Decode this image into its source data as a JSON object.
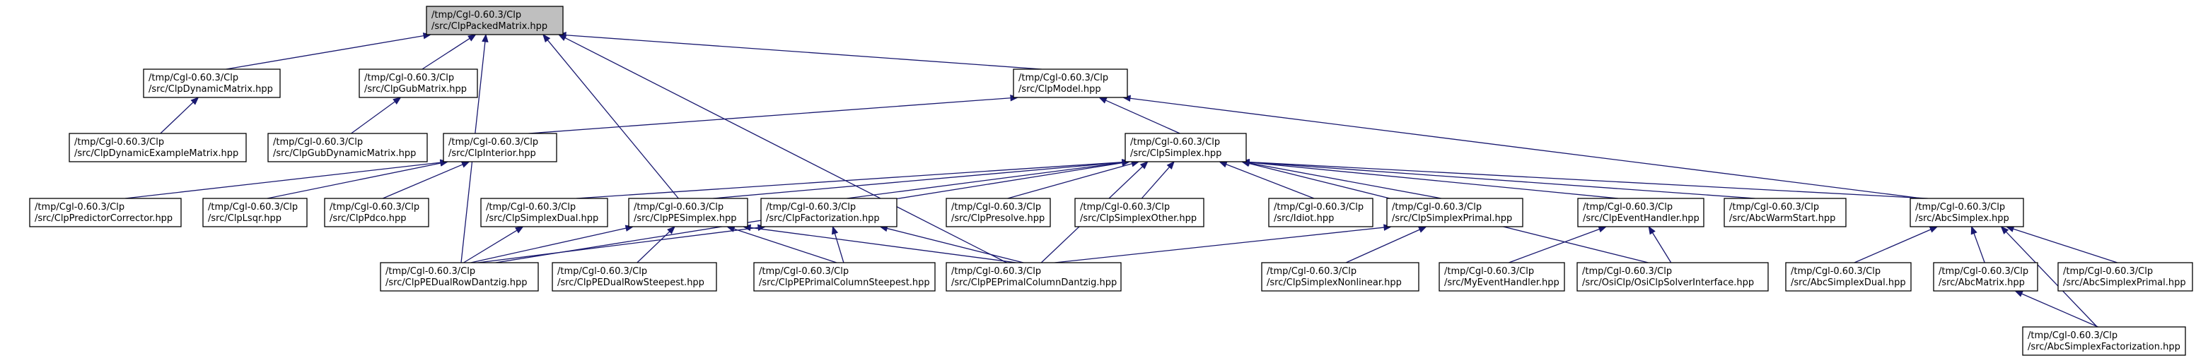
{
  "graph": {
    "colors": {
      "node_fill": "#ffffff",
      "root_fill": "#bfbfbf",
      "edge": "#191970",
      "border": "#000000"
    },
    "nodes": [
      {
        "id": "packed",
        "line1": "/tmp/Cgl-0.60.3/Clp",
        "line2": "/src/ClpPackedMatrix.hpp",
        "root": true
      },
      {
        "id": "dynmat",
        "line1": "/tmp/Cgl-0.60.3/Clp",
        "line2": "/src/ClpDynamicMatrix.hpp"
      },
      {
        "id": "gubmat",
        "line1": "/tmp/Cgl-0.60.3/Clp",
        "line2": "/src/ClpGubMatrix.hpp"
      },
      {
        "id": "model",
        "line1": "/tmp/Cgl-0.60.3/Clp",
        "line2": "/src/ClpModel.hpp"
      },
      {
        "id": "dynex",
        "line1": "/tmp/Cgl-0.60.3/Clp",
        "line2": "/src/ClpDynamicExampleMatrix.hpp"
      },
      {
        "id": "gubdyn",
        "line1": "/tmp/Cgl-0.60.3/Clp",
        "line2": "/src/ClpGubDynamicMatrix.hpp"
      },
      {
        "id": "interior",
        "line1": "/tmp/Cgl-0.60.3/Clp",
        "line2": "/src/ClpInterior.hpp"
      },
      {
        "id": "simplex",
        "line1": "/tmp/Cgl-0.60.3/Clp",
        "line2": "/src/ClpSimplex.hpp"
      },
      {
        "id": "predcorr",
        "line1": "/tmp/Cgl-0.60.3/Clp",
        "line2": "/src/ClpPredictorCorrector.hpp"
      },
      {
        "id": "lsqr",
        "line1": "/tmp/Cgl-0.60.3/Clp",
        "line2": "/src/ClpLsqr.hpp"
      },
      {
        "id": "pdco",
        "line1": "/tmp/Cgl-0.60.3/Clp",
        "line2": "/src/ClpPdco.hpp"
      },
      {
        "id": "sdual",
        "line1": "/tmp/Cgl-0.60.3/Clp",
        "line2": "/src/ClpSimplexDual.hpp"
      },
      {
        "id": "pesimplex",
        "line1": "/tmp/Cgl-0.60.3/Clp",
        "line2": "/src/ClpPESimplex.hpp"
      },
      {
        "id": "factor",
        "line1": "/tmp/Cgl-0.60.3/Clp",
        "line2": "/src/ClpFactorization.hpp"
      },
      {
        "id": "presolve",
        "line1": "/tmp/Cgl-0.60.3/Clp",
        "line2": "/src/ClpPresolve.hpp"
      },
      {
        "id": "sother",
        "line1": "/tmp/Cgl-0.60.3/Clp",
        "line2": "/src/ClpSimplexOther.hpp"
      },
      {
        "id": "idiot",
        "line1": "/tmp/Cgl-0.60.3/Clp",
        "line2": "/src/Idiot.hpp"
      },
      {
        "id": "sprimal",
        "line1": "/tmp/Cgl-0.60.3/Clp",
        "line2": "/src/ClpSimplexPrimal.hpp"
      },
      {
        "id": "evhandler",
        "line1": "/tmp/Cgl-0.60.3/Clp",
        "line2": "/src/ClpEventHandler.hpp"
      },
      {
        "id": "warm",
        "line1": "/tmp/Cgl-0.60.3/Clp",
        "line2": "/src/AbcWarmStart.hpp"
      },
      {
        "id": "abcsimplex",
        "line1": "/tmp/Cgl-0.60.3/Clp",
        "line2": "/src/AbcSimplex.hpp"
      },
      {
        "id": "pedualrow",
        "line1": "/tmp/Cgl-0.60.3/Clp",
        "line2": "/src/ClpPEDualRowDantzig.hpp"
      },
      {
        "id": "pedualsteep",
        "line1": "/tmp/Cgl-0.60.3/Clp",
        "line2": "/src/ClpPEDualRowSteepest.hpp"
      },
      {
        "id": "peprimsteep",
        "line1": "/tmp/Cgl-0.60.3/Clp",
        "line2": "/src/ClpPEPrimalColumnSteepest.hpp"
      },
      {
        "id": "peprimdantz",
        "line1": "/tmp/Cgl-0.60.3/Clp",
        "line2": "/src/ClpPEPrimalColumnDantzig.hpp"
      },
      {
        "id": "snonlin",
        "line1": "/tmp/Cgl-0.60.3/Clp",
        "line2": "/src/ClpSimplexNonlinear.hpp"
      },
      {
        "id": "myev",
        "line1": "/tmp/Cgl-0.60.3/Clp",
        "line2": "/src/MyEventHandler.hpp"
      },
      {
        "id": "osiclp",
        "line1": "/tmp/Cgl-0.60.3/Clp",
        "line2": "/src/OsiClp/OsiClpSolverInterface.hpp"
      },
      {
        "id": "abcdual",
        "line1": "/tmp/Cgl-0.60.3/Clp",
        "line2": "/src/AbcSimplexDual.hpp"
      },
      {
        "id": "abcmatrix",
        "line1": "/tmp/Cgl-0.60.3/Clp",
        "line2": "/src/AbcMatrix.hpp"
      },
      {
        "id": "abcprimal",
        "line1": "/tmp/Cgl-0.60.3/Clp",
        "line2": "/src/AbcSimplexPrimal.hpp"
      },
      {
        "id": "abcfact",
        "line1": "/tmp/Cgl-0.60.3/Clp",
        "line2": "/src/AbcSimplexFactorization.hpp"
      }
    ],
    "edges": [
      [
        "dynmat",
        "packed"
      ],
      [
        "gubmat",
        "packed"
      ],
      [
        "model",
        "packed"
      ],
      [
        "pesimplex",
        "packed"
      ],
      [
        "peprimdantz",
        "packed"
      ],
      [
        "pedualrow",
        "packed"
      ],
      [
        "dynex",
        "dynmat"
      ],
      [
        "gubdyn",
        "gubmat"
      ],
      [
        "interior",
        "model"
      ],
      [
        "simplex",
        "model"
      ],
      [
        "abcsimplex",
        "model"
      ],
      [
        "predcorr",
        "interior"
      ],
      [
        "lsqr",
        "interior"
      ],
      [
        "pdco",
        "interior"
      ],
      [
        "sdual",
        "simplex"
      ],
      [
        "pesimplex",
        "simplex"
      ],
      [
        "factor",
        "simplex"
      ],
      [
        "presolve",
        "simplex"
      ],
      [
        "sother",
        "simplex"
      ],
      [
        "idiot",
        "simplex"
      ],
      [
        "sprimal",
        "simplex"
      ],
      [
        "evhandler",
        "simplex"
      ],
      [
        "warm",
        "simplex"
      ],
      [
        "abcsimplex",
        "simplex"
      ],
      [
        "pedualrow",
        "simplex"
      ],
      [
        "peprimdantz",
        "simplex"
      ],
      [
        "osiclp",
        "simplex"
      ],
      [
        "pedualrow",
        "sdual"
      ],
      [
        "pedualrow",
        "pesimplex"
      ],
      [
        "pedualsteep",
        "pesimplex"
      ],
      [
        "peprimsteep",
        "pesimplex"
      ],
      [
        "peprimdantz",
        "pesimplex"
      ],
      [
        "pedualrow",
        "factor"
      ],
      [
        "peprimsteep",
        "factor"
      ],
      [
        "peprimdantz",
        "factor"
      ],
      [
        "snonlin",
        "sprimal"
      ],
      [
        "peprimdantz",
        "sprimal"
      ],
      [
        "myev",
        "evhandler"
      ],
      [
        "osiclp",
        "evhandler"
      ],
      [
        "abcdual",
        "abcsimplex"
      ],
      [
        "abcmatrix",
        "abcsimplex"
      ],
      [
        "abcprimal",
        "abcsimplex"
      ],
      [
        "abcfact",
        "abcsimplex"
      ],
      [
        "abcfact",
        "abcmatrix"
      ]
    ]
  }
}
